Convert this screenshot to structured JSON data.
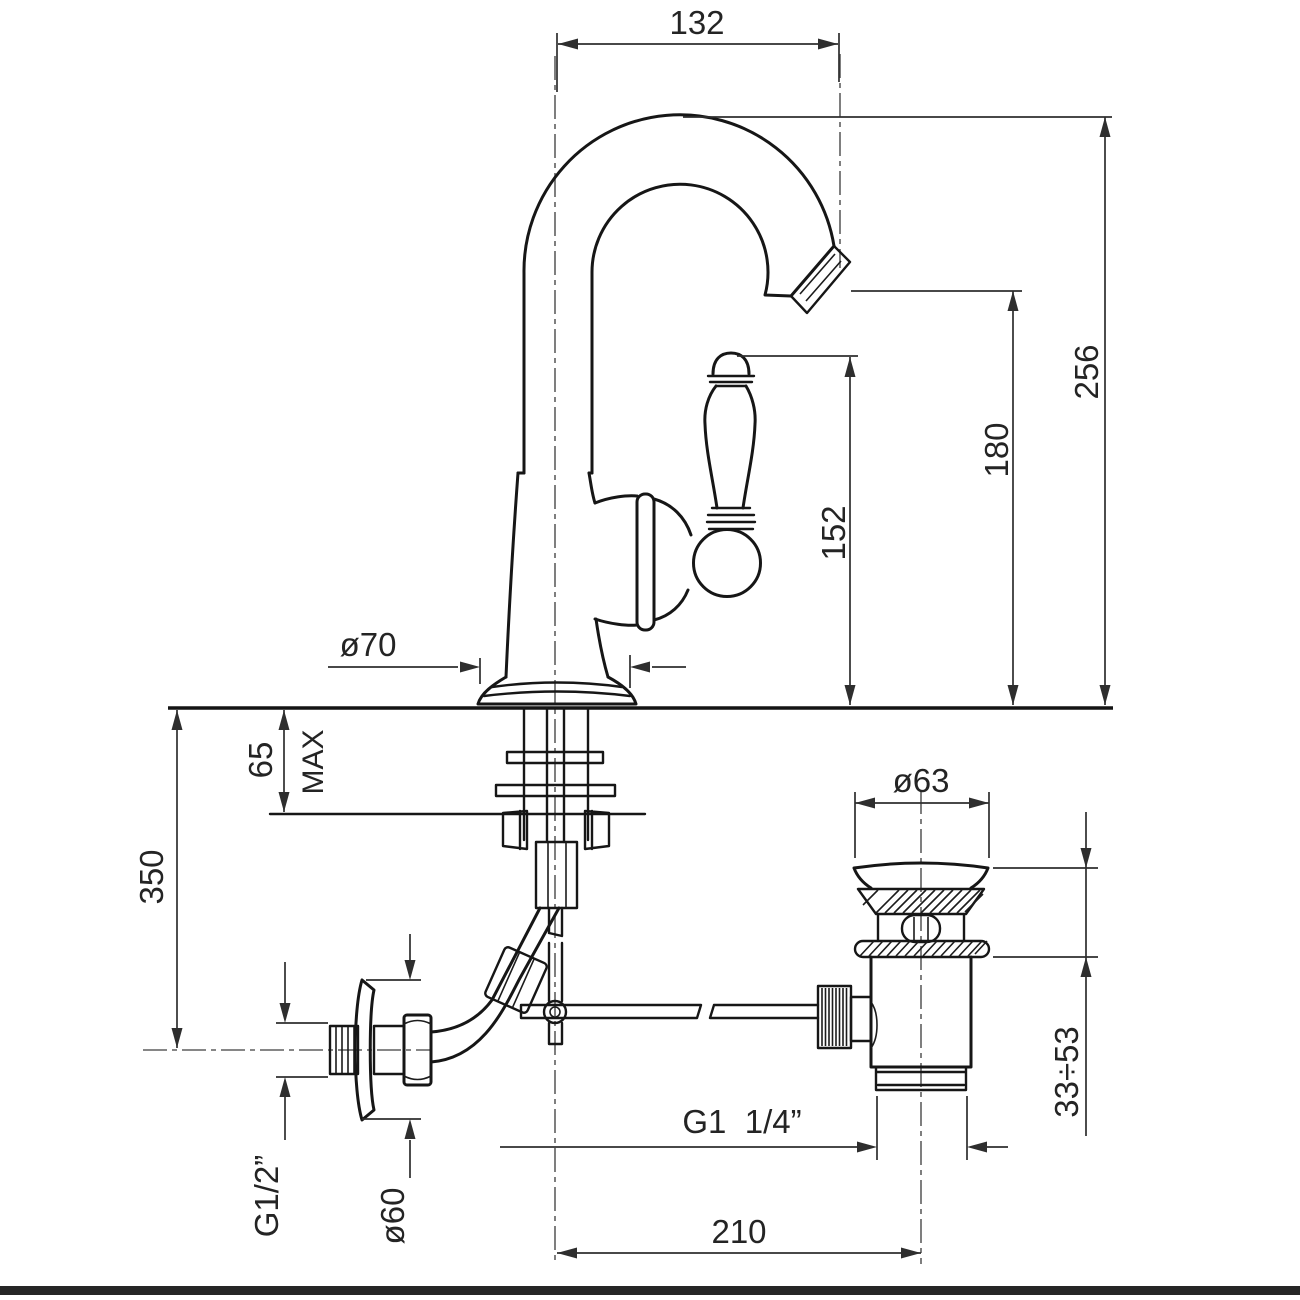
{
  "drawing": {
    "kind": "faucet-installation-technical-drawing",
    "colors": {
      "background": "#ffffff",
      "outline": "#161616",
      "dimension": "#2e2e2e",
      "centerline": "#5f5f5f",
      "footer_rule": "#262626"
    },
    "dimensions": {
      "spout_projection": "132",
      "overall_height": "256",
      "outlet_height": "180",
      "handle_height": "152",
      "base_diameter": "ø70",
      "deck_thickness_max": "65",
      "deck_thickness_max_label": "MAX",
      "below_deck_supply_length": "350",
      "waste_flange_diameter": "ø63",
      "waste_clamping_range": "33÷53",
      "waste_thread": "G1  1/4”",
      "spout_to_waste_distance": "210",
      "supply_thread": "G1/2”",
      "wall_rosette_diameter": "ø60"
    }
  }
}
